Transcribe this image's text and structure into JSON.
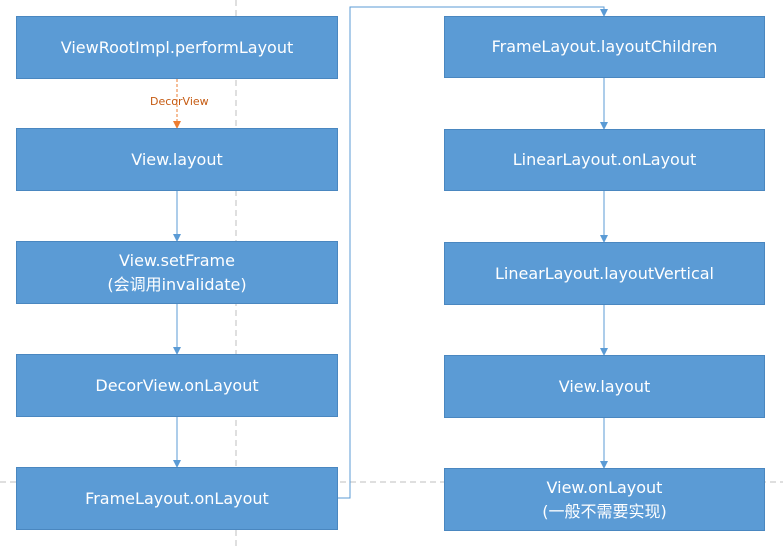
{
  "colors": {
    "node_fill": "#5b9bd5",
    "node_text": "#ffffff",
    "arrow": "#5b9bd5",
    "highlight_arrow": "#ed7d31",
    "highlight_label": "#c55a11",
    "guide_line": "#bfbfbf"
  },
  "nodes": {
    "perform_layout": "ViewRootImpl.performLayout",
    "view_layout_1": "View.layout",
    "set_frame": "View.setFrame",
    "set_frame_note": "(会调用invalidate)",
    "decor_on_layout": "DecorView.onLayout",
    "frame_on_layout": "FrameLayout.onLayout",
    "layout_children": "FrameLayout.layoutChildren",
    "linear_on_layout": "LinearLayout.onLayout",
    "layout_vertical": "LinearLayout.layoutVertical",
    "view_layout_2": "View.layout",
    "view_on_layout": "View.onLayout",
    "view_on_layout_note": "(一般不需要实现)"
  },
  "edge_labels": {
    "decor_view": "DecorView"
  }
}
